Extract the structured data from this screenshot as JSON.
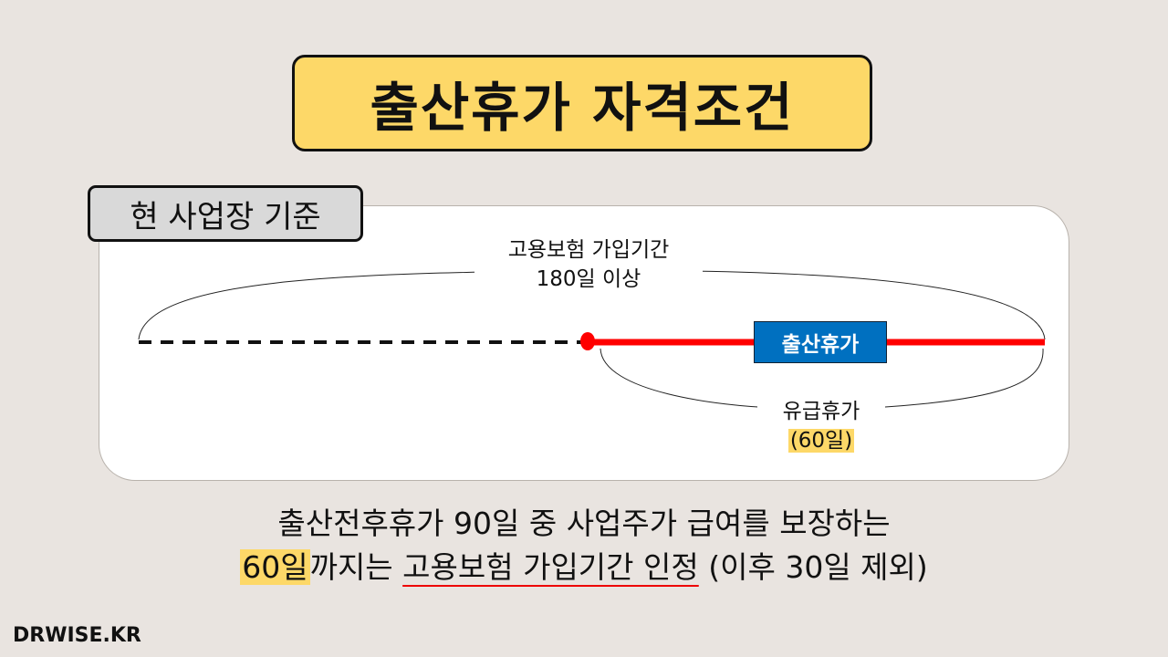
{
  "title": "출산휴가 자격조건",
  "section_label": "현 사업장 기준",
  "diagram": {
    "top_label_line1": "고용보험 가입기간",
    "top_label_line2": "180일 이상",
    "leave_box": "출산휴가",
    "paid_label_line1": "유급휴가",
    "paid_label_line2": "(60일)"
  },
  "bottom": {
    "line1": "출산전후휴가 90일 중 사업주가 급여를 보장하는",
    "line2_highlight": "60일",
    "line2_a": "까지는 ",
    "line2_underline": "고용보험 가입기간 인정",
    "line2_b": " (이후 30일 제외)"
  },
  "brand": "DRWISE.KR",
  "colors": {
    "background": "#e9e4e0",
    "accent_yellow": "#fdd868",
    "leave_blue": "#0070c0",
    "line_red": "#ff0000"
  }
}
